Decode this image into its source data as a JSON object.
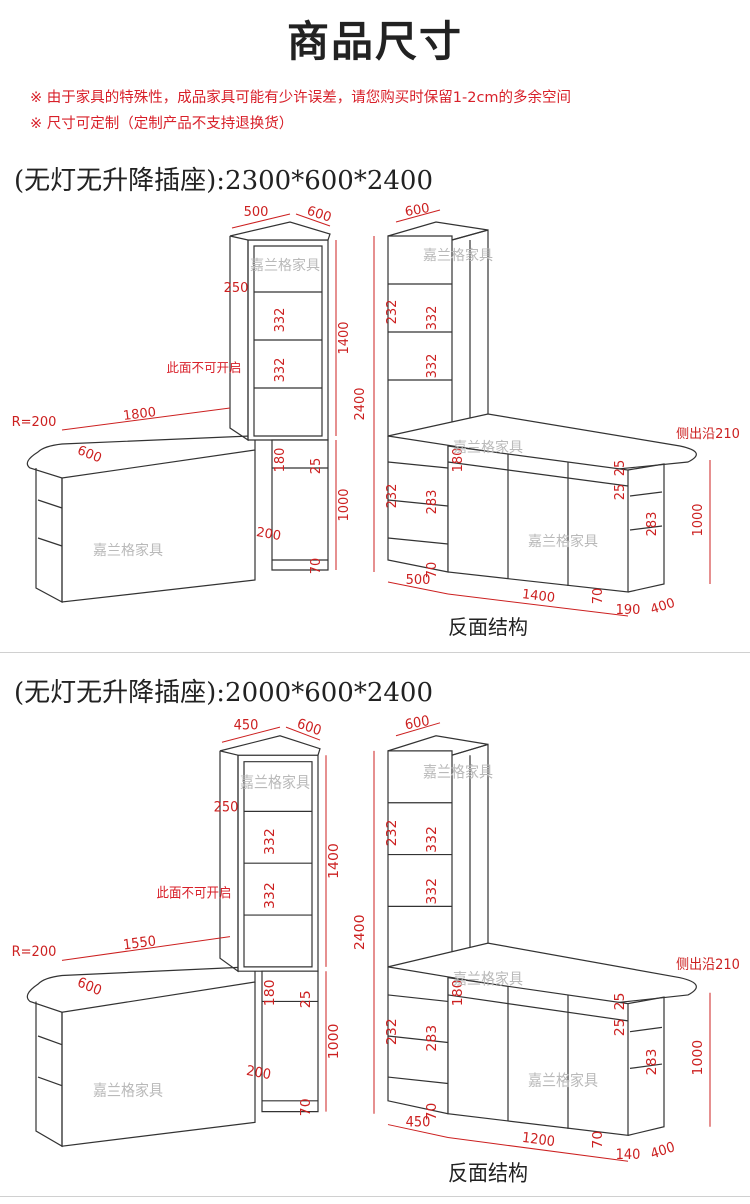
{
  "title": "商品尺寸",
  "notes": [
    "※ 由于家具的特殊性，成品家具可能有少许误差，请您购买时保留1-2cm的多余空间",
    "※ 尺寸可定制（定制产品不支持退换货）"
  ],
  "watermark": "嘉兰格家具",
  "accent_color": "#cc2020",
  "diagrams": [
    {
      "heading": "(无灯无升降插座):2300*600*2400",
      "left": {
        "top_width": "500",
        "top_depth": "600",
        "shelf_top": "250",
        "shelf_mid1": "332",
        "shelf_mid2": "332",
        "no_open_note": "此面不可开启",
        "upper_height": "1400",
        "desk_length": "1800",
        "radius": "R=200",
        "desk_depth": "600",
        "drawer_h": "180",
        "drawer_gap": "25",
        "lower_height": "1000",
        "lower_width": "200",
        "foot": "70"
      },
      "right": {
        "top_depth": "600",
        "total_height": "2400",
        "shelf_top": "232",
        "shelf_mid1": "332",
        "shelf_mid2": "332",
        "side_edge": "侧出沿210",
        "drawer_h": "180",
        "drawer_gap1": "25",
        "drawer_gap2": "25",
        "lower_shelf": "232",
        "lower_mid": "283",
        "end_shelf": "283",
        "end_height": "1000",
        "foot": "70",
        "left_width": "500",
        "main_width": "1400",
        "foot2": "70",
        "end_width": "190",
        "end_depth": "400",
        "caption": "反面结构"
      }
    },
    {
      "heading": "(无灯无升降插座):2000*600*2400",
      "left": {
        "top_width": "450",
        "top_depth": "600",
        "shelf_top": "250",
        "shelf_mid1": "332",
        "shelf_mid2": "332",
        "no_open_note": "此面不可开启",
        "upper_height": "1400",
        "desk_length": "1550",
        "radius": "R=200",
        "desk_depth": "600",
        "drawer_h": "180",
        "drawer_gap": "25",
        "lower_height": "1000",
        "lower_width": "200",
        "foot": "70"
      },
      "right": {
        "top_depth": "600",
        "total_height": "2400",
        "shelf_top": "232",
        "shelf_mid1": "332",
        "shelf_mid2": "332",
        "side_edge": "侧出沿210",
        "drawer_h": "180",
        "drawer_gap1": "25",
        "drawer_gap2": "25",
        "lower_shelf": "232",
        "lower_mid": "283",
        "end_shelf": "283",
        "end_height": "1000",
        "foot": "70",
        "left_width": "450",
        "main_width": "1200",
        "foot2": "70",
        "end_width": "140",
        "end_depth": "400",
        "caption": "反面结构"
      }
    }
  ]
}
